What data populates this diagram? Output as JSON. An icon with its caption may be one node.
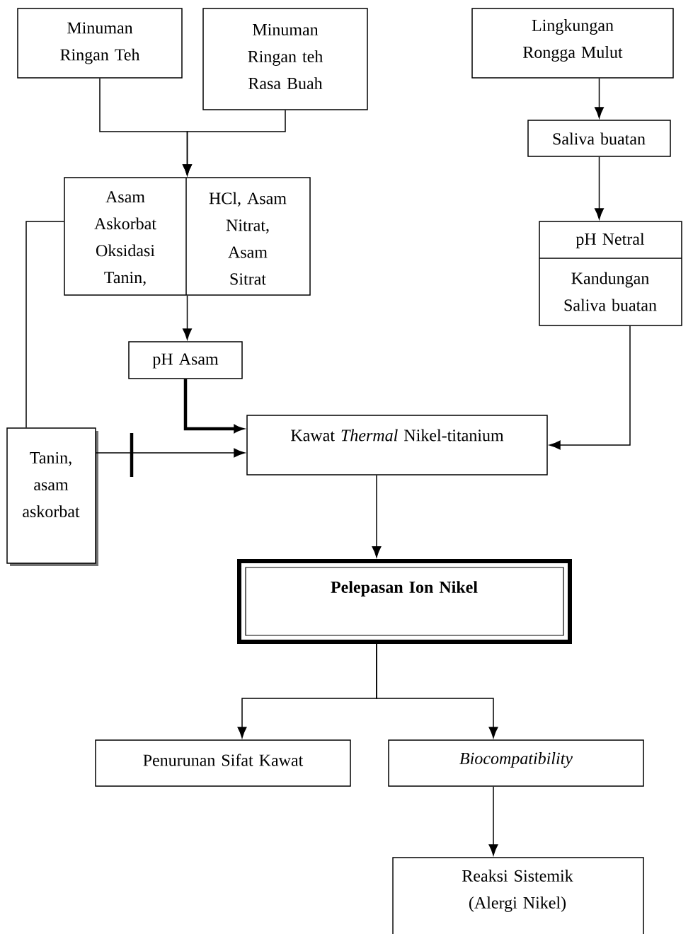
{
  "diagram": {
    "nodes": [
      {
        "text": [
          "Minuman Ringan Teh"
        ]
      },
      {
        "text": [
          "Minuman Ringan teh Rasa Buah"
        ]
      },
      {
        "text": [
          "Lingkungan Rongga Mulut"
        ]
      },
      {
        "text": [
          "Saliva buatan"
        ]
      },
      {
        "text": [
          "Asam Askorbat Oksidasi Tanin,",
          "HCl, Asam Nitrat, Asam Sitrat"
        ]
      },
      {
        "text": [
          "pH Netral",
          "Kandungan Saliva buatan"
        ]
      },
      {
        "text": [
          "pH Asam"
        ]
      },
      {
        "text": [
          "Kawat *Thermal* Nikel-titanium"
        ]
      },
      {
        "text": [
          "Tanin, asam askorbat"
        ]
      },
      {
        "text": [
          "Pelepasan Ion Nikel"
        ]
      },
      {
        "text": [
          "Penurunan Sifat Kawat"
        ]
      },
      {
        "text": [
          "Biocompatibility"
        ]
      },
      {
        "text": [
          "Reaksi Sistemik (Alergi Nikel)"
        ]
      }
    ],
    "edges": [
      {
        "from": 0,
        "to": 4,
        "arrow": "to"
      },
      {
        "from": 1,
        "to": 4,
        "arrow": "to"
      },
      {
        "from": 2,
        "to": 3,
        "arrow": "to"
      },
      {
        "from": 3,
        "to": 5,
        "arrow": "to"
      },
      {
        "from": 4,
        "to": 6,
        "arrow": "to"
      },
      {
        "from": 6,
        "to": 7,
        "arrow": "to",
        "style": "thick"
      },
      {
        "from": 8,
        "to": 7,
        "arrow": "to"
      },
      {
        "from": 8,
        "to": 4,
        "arrow": "none"
      },
      {
        "from": 5,
        "to": 7,
        "arrow": "to"
      },
      {
        "from": 7,
        "to": 9,
        "arrow": "to"
      },
      {
        "from": 9,
        "to": 10,
        "arrow": "to"
      },
      {
        "from": 9,
        "to": 11,
        "arrow": "to"
      },
      {
        "from": 11,
        "to": 12,
        "arrow": "to"
      }
    ]
  }
}
